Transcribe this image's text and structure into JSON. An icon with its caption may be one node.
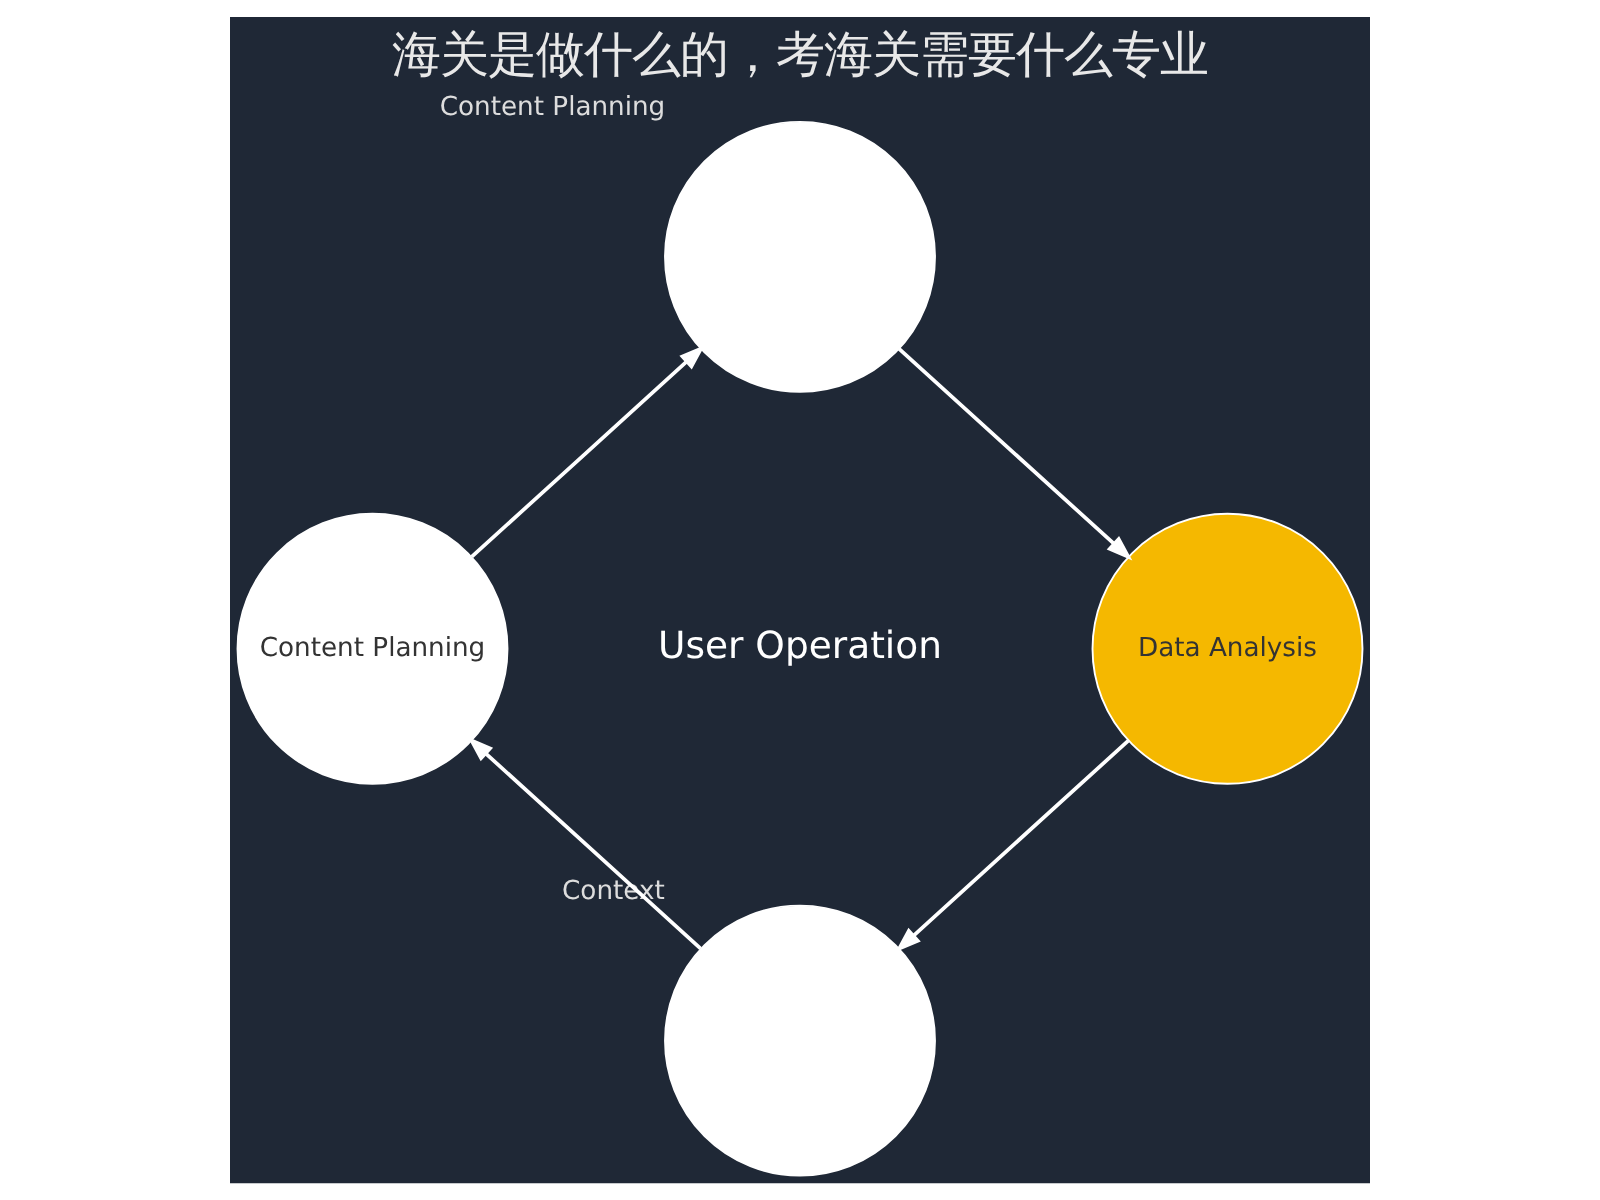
{
  "diagram": {
    "title": "海关是做什么的，考海关需要什么专业",
    "nodes": [
      {
        "text": [],
        "shape": "circle",
        "beside": [
          "Content Planning"
        ]
      },
      {
        "text": [
          "Data Analysis"
        ]
      },
      {
        "text": [],
        "shape": "circle",
        "beside": [
          "Context"
        ]
      },
      {
        "text": [
          "Content Planning"
        ]
      }
    ],
    "edges": [
      {
        "from": 0,
        "to": 1,
        "arrow": "to"
      },
      {
        "from": 1,
        "to": 2,
        "arrow": "to"
      },
      {
        "from": 2,
        "to": 3,
        "arrow": "to"
      },
      {
        "from": 3,
        "to": 0,
        "arrow": "to"
      }
    ],
    "labels": [
      "User Operation"
    ]
  }
}
